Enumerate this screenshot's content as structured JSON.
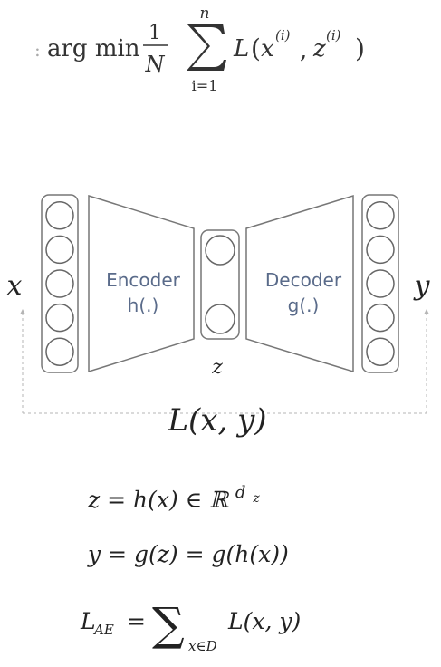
{
  "top_formula": {
    "prefix_mark": ":",
    "argmin": "arg min",
    "frac_num": "1",
    "frac_den": "N",
    "sum_upper": "n",
    "sum_lower": "i=1",
    "loss_L": "L",
    "x_sym": "x",
    "z_sym": "z",
    "sup_i": "(i)",
    "open_paren": "(",
    "comma": ",",
    "close_paren": ")"
  },
  "diagram": {
    "input_label": "x",
    "output_label": "y",
    "encoder_title": "Encoder",
    "encoder_fn": "h(.)",
    "decoder_title": "Decoder",
    "decoder_fn": "g(.)",
    "latent_label": "z",
    "loss_label": "L(x, y)",
    "input_nodes": 5,
    "latent_nodes": 2,
    "output_nodes": 5,
    "colors": {
      "stroke": "#666666",
      "text_blue": "#5a6b8a",
      "dashed": "#b5b5b5"
    }
  },
  "equations": {
    "eq1_lhs": "z = h(x) ∈ ℝ",
    "eq1_sup": "d",
    "eq1_sub": "z",
    "eq2": "y = g(z) = g(h(x))",
    "eq3_L": "L",
    "eq3_sub": "AE",
    "eq3_eq": "=",
    "eq3_sum": "∑",
    "eq3_sumsub": "x∈D",
    "eq3_rhs": "L(x, y)"
  }
}
